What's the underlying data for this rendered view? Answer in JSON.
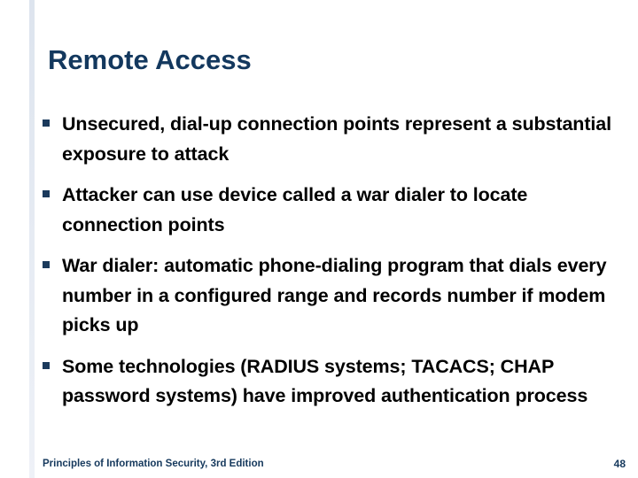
{
  "slide": {
    "title": "Remote Access",
    "bullets": [
      "Unsecured, dial-up connection points represent a substantial exposure to attack",
      "Attacker can use device called a war dialer to locate connection points",
      "War dialer: automatic phone-dialing program that dials every number in a configured range and records number if modem picks up",
      "Some technologies (RADIUS systems; TACACS; CHAP password systems) have improved authentication process"
    ],
    "footer": {
      "source": "Principles of Information Security, 3rd Edition",
      "page_number": "48"
    },
    "colors": {
      "title": "#13385e",
      "bullet_marker": "#1b3a5c",
      "body_text": "#000000",
      "footer_text": "#16395d",
      "sidebar_top": "#1f4568",
      "sidebar_bottom": "#c3cfe0",
      "background": "#ffffff"
    },
    "bullet_glyph": "square-bullet-icon"
  }
}
